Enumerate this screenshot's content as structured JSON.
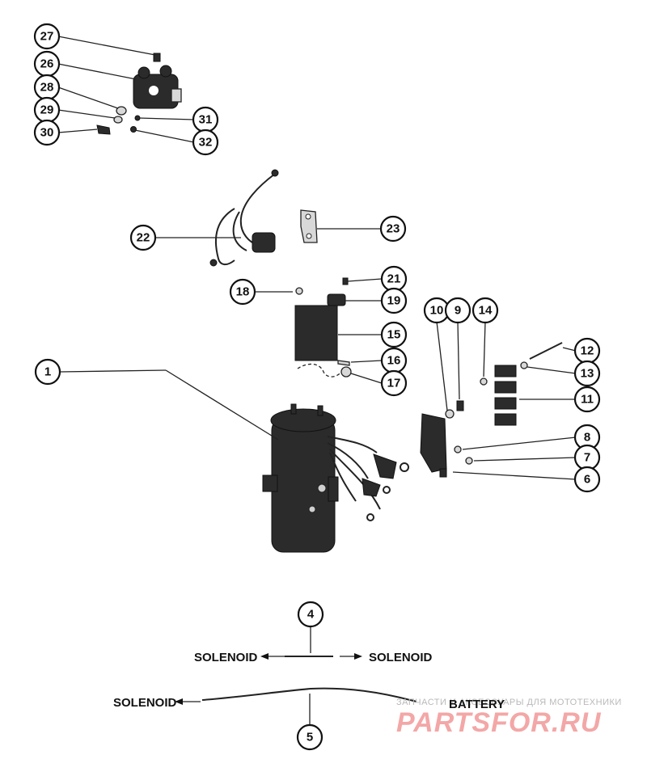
{
  "callouts": {
    "c1": "1",
    "c4": "4",
    "c5": "5",
    "c6": "6",
    "c7": "7",
    "c8": "8",
    "c9": "9",
    "c10": "10",
    "c11": "11",
    "c12": "12",
    "c13": "13",
    "c14": "14",
    "c15": "15",
    "c16": "16",
    "c17": "17",
    "c18": "18",
    "c19": "19",
    "c21": "21",
    "c22": "22",
    "c23": "23",
    "c26": "26",
    "c27": "27",
    "c28": "28",
    "c29": "29",
    "c30": "30",
    "c31": "31",
    "c32": "32"
  },
  "labels": {
    "solenoid_left_top": "SOLENOID",
    "solenoid_right_top": "SOLENOID",
    "solenoid_bottom": "SOLENOID",
    "battery": "BATTERY"
  },
  "watermark": {
    "tagline": "ЗАПЧАСТИ И АКСЕССУАРЫ ДЛЯ МОТОТЕХНИКИ",
    "brand": "PARTSFOR.RU"
  },
  "colors": {
    "ink": "#111111",
    "watermark_brand": "#f08a8a"
  }
}
